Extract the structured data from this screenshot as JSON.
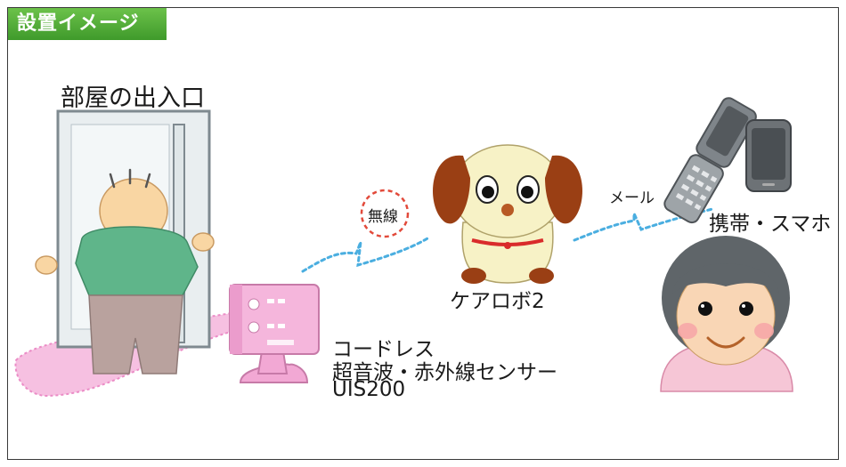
{
  "header": {
    "badge": "設置イメージ"
  },
  "labels": {
    "room_entrance": "部屋の出入口",
    "wireless": "無線",
    "robot": "ケアロボ2",
    "mail": "メール",
    "phones": "携帯・スマホ",
    "sensor_line1": "コードレス",
    "sensor_line2": "超音波・赤外線センサー",
    "sensor_line3": "UIS200"
  },
  "colors": {
    "badge_green": "#4aa82f",
    "sensor_pink": "#f2a8d4",
    "wave_blue": "#4aaee0",
    "dog_brown": "#9a3f14"
  }
}
